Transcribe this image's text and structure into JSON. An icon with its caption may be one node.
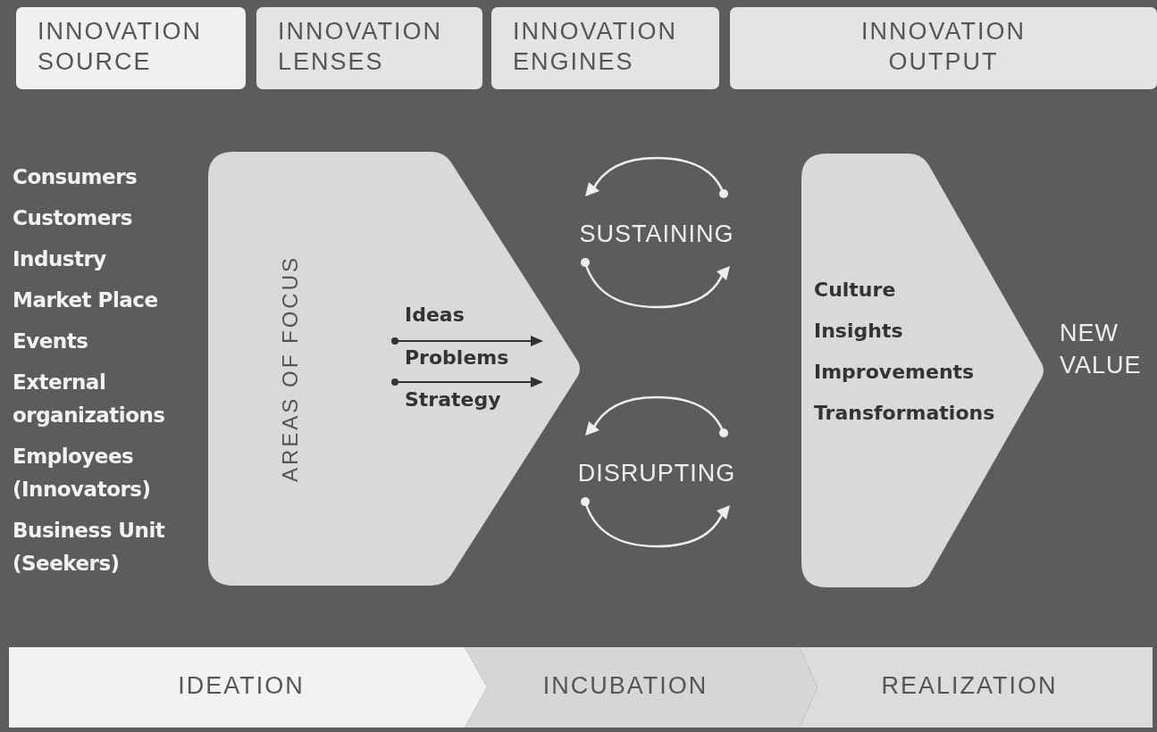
{
  "diagram": {
    "nodes": [
      {
        "text": [
          "INNOVATION SOURCE"
        ]
      },
      {
        "text": [
          "INNOVATION LENSES"
        ]
      },
      {
        "text": [
          "INNOVATION ENGINES"
        ]
      },
      {
        "text": [
          "INNOVATION OUTPUT"
        ]
      },
      {
        "text": [
          "AREAS OF FOCUS",
          "Ideas",
          "Problems",
          "Strategy"
        ]
      },
      {
        "text": [
          "Culture",
          "Insights",
          "Improvements",
          "Transformations"
        ]
      },
      {
        "text": [
          "IDEATION"
        ]
      },
      {
        "text": [
          "INCUBATION"
        ]
      },
      {
        "text": [
          "REALIZATION"
        ]
      }
    ],
    "labels": [
      "Consumers",
      "Customers",
      "Industry",
      "Market Place",
      "Events",
      "External organizations",
      "Employees (Innovators)",
      "Business Unit (Seekers)",
      "SUSTAINING",
      "DISRUPTING",
      "NEW VALUE"
    ]
  }
}
